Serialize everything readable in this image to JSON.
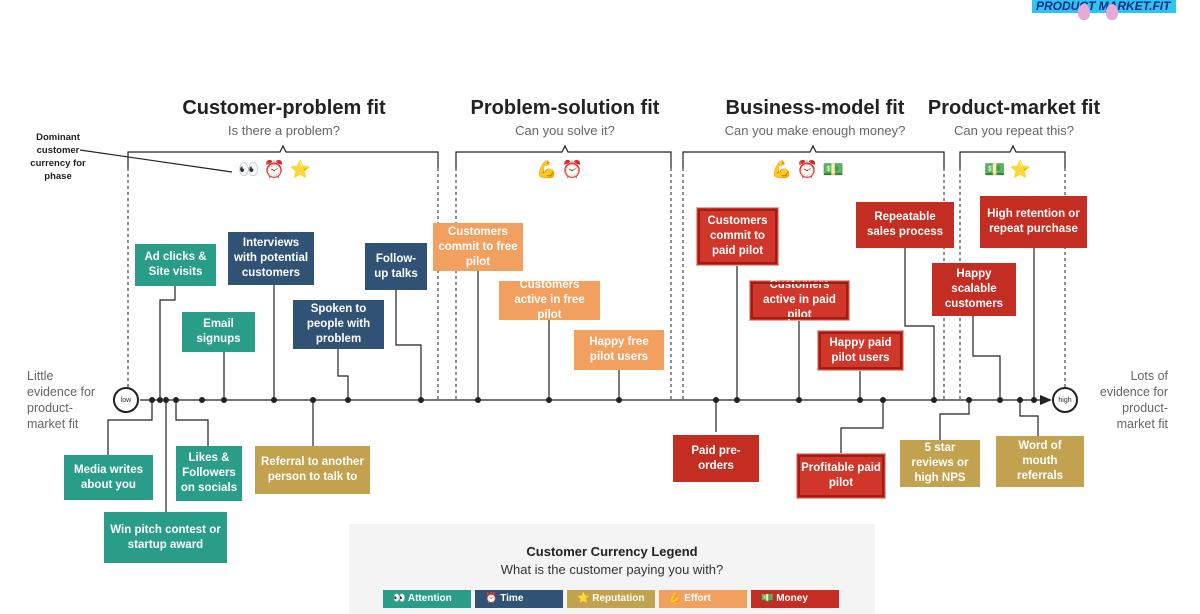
{
  "brand": {
    "label": "PRODUCT MARKET.FIT"
  },
  "dominant_label": "Dominant customer currency for phase",
  "phases": [
    {
      "title": "Customer-problem fit",
      "subtitle": "Is there a problem?",
      "emoji": "👀 ⏰ ⭐"
    },
    {
      "title": "Problem-solution fit",
      "subtitle": "Can you solve it?",
      "emoji": "💪 ⏰"
    },
    {
      "title": "Business-model fit",
      "subtitle": "Can you make enough money?",
      "emoji": "💪 ⏰ 💵"
    },
    {
      "title": "Product-market fit",
      "subtitle": "Can you repeat this?",
      "emoji": "💵 ⭐"
    }
  ],
  "axis": {
    "low": "low",
    "high": "high",
    "left_label": "Little evidence for product-market fit",
    "right_label": "Lots of evidence for product-market fit"
  },
  "milestones": [
    {
      "id": "ad-clicks",
      "label": "Ad clicks & Site visits",
      "color": "teal"
    },
    {
      "id": "email-signups",
      "label": "Email signups",
      "color": "teal"
    },
    {
      "id": "interviews",
      "label": "Interviews with potential customers",
      "color": "navy"
    },
    {
      "id": "spoken-to",
      "label": "Spoken to people with problem",
      "color": "navy"
    },
    {
      "id": "follow-up",
      "label": "Follow-up talks",
      "color": "navy"
    },
    {
      "id": "media-writes",
      "label": "Media writes about you",
      "color": "teal"
    },
    {
      "id": "likes-followers",
      "label": "Likes & Followers on socials",
      "color": "teal"
    },
    {
      "id": "win-pitch",
      "label": "Win pitch contest or startup award",
      "color": "teal"
    },
    {
      "id": "referral",
      "label": "Referral to another person to talk to",
      "color": "khaki"
    },
    {
      "id": "commit-free",
      "label": "Customers commit to free pilot",
      "color": "orange"
    },
    {
      "id": "active-free",
      "label": "Customers active in free pilot",
      "color": "orange"
    },
    {
      "id": "happy-free",
      "label": "Happy free pilot users",
      "color": "orange"
    },
    {
      "id": "commit-paid",
      "label": "Customers commit to paid pilot",
      "color": "red"
    },
    {
      "id": "active-paid",
      "label": "Customers active in paid pilot",
      "color": "red"
    },
    {
      "id": "happy-paid",
      "label": "Happy paid pilot users",
      "color": "red"
    },
    {
      "id": "paid-preorders",
      "label": "Paid pre-orders",
      "color": "red"
    },
    {
      "id": "profitable-pilot",
      "label": "Profitable paid pilot",
      "color": "red"
    },
    {
      "id": "repeatable-sales",
      "label": "Repeatable sales process",
      "color": "red"
    },
    {
      "id": "high-retention",
      "label": "High retention or repeat purchase",
      "color": "red"
    },
    {
      "id": "happy-scalable",
      "label": "Happy scalable customers",
      "color": "red"
    },
    {
      "id": "five-star",
      "label": "5 star reviews or high NPS",
      "color": "khaki"
    },
    {
      "id": "word-of-mouth",
      "label": "Word of mouth referrals",
      "color": "khaki"
    }
  ],
  "legend": {
    "title": "Customer Currency Legend",
    "subtitle": "What is the customer paying you with?",
    "chips": [
      {
        "label": "👀 Attention",
        "color": "teal"
      },
      {
        "label": "⏰ Time",
        "color": "navy"
      },
      {
        "label": "⭐ Reputation",
        "color": "khaki"
      },
      {
        "label": "💪 Effort",
        "color": "orange"
      },
      {
        "label": "💵 Money",
        "color": "red"
      }
    ]
  },
  "colors": {
    "teal": "#2a9d88",
    "navy": "#2f5275",
    "khaki": "#c2a24e",
    "orange": "#f2a060",
    "red": "#c42d22"
  }
}
